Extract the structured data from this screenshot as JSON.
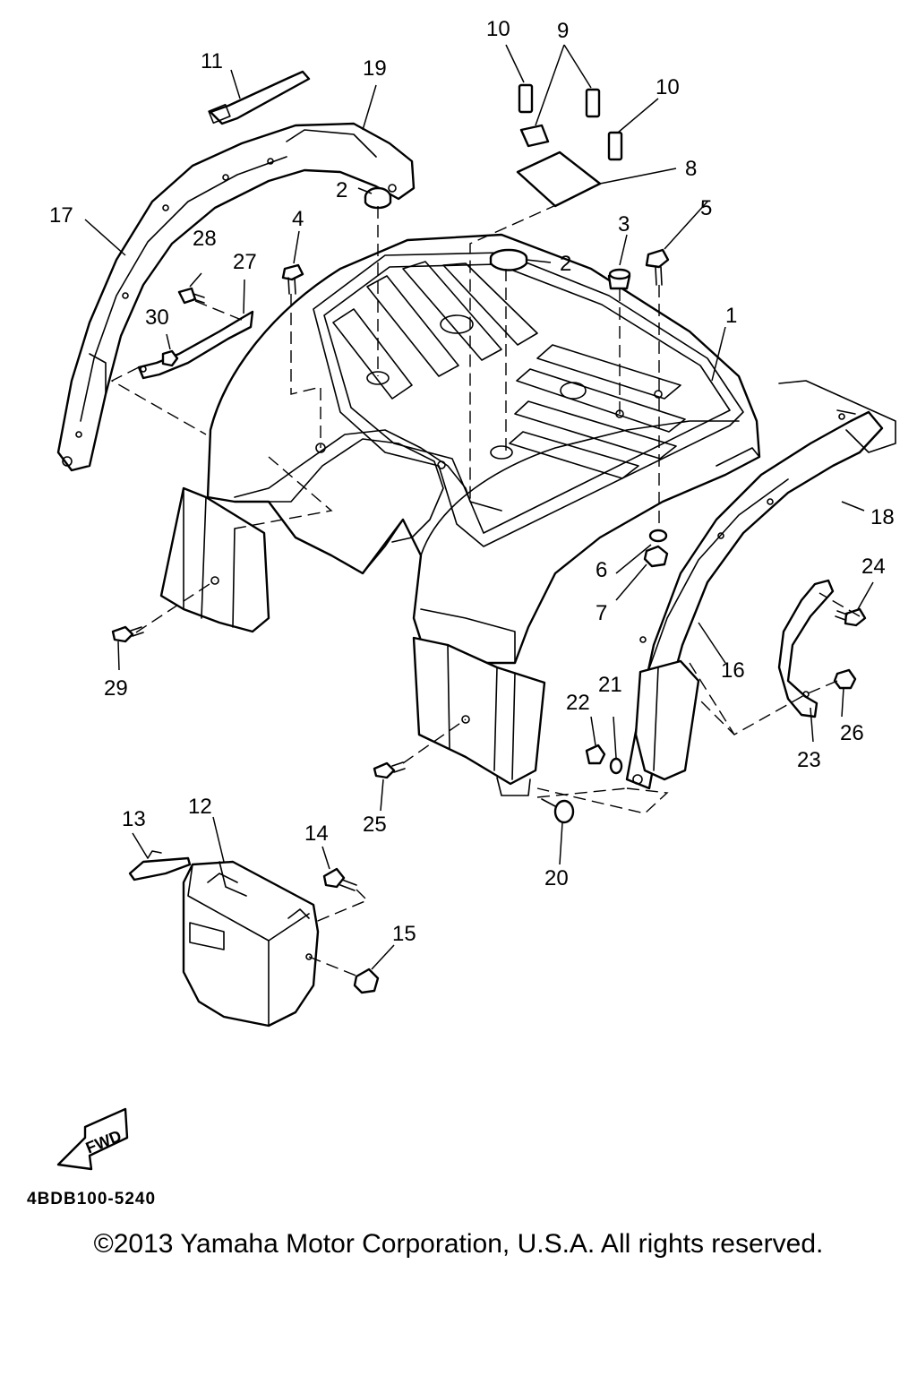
{
  "diagram": {
    "callouts": {
      "c1": "1",
      "c2a": "2",
      "c2b": "2",
      "c3": "3",
      "c4": "4",
      "c5": "5",
      "c6": "6",
      "c7": "7",
      "c8": "8",
      "c9": "9",
      "c10a": "10",
      "c10b": "10",
      "c11": "11",
      "c12": "12",
      "c13": "13",
      "c14": "14",
      "c15": "15",
      "c16": "16",
      "c17": "17",
      "c18": "18",
      "c19": "19",
      "c20": "20",
      "c21": "21",
      "c22": "22",
      "c23": "23",
      "c24": "24",
      "c25": "25",
      "c26": "26",
      "c27": "27",
      "c28": "28",
      "c29": "29",
      "c30": "30"
    },
    "fwd_label": "FWD",
    "diagram_code": "4BDB100-5240"
  },
  "footer": {
    "copyright": "©2013 Yamaha Motor Corporation, U.S.A. All rights reserved."
  }
}
